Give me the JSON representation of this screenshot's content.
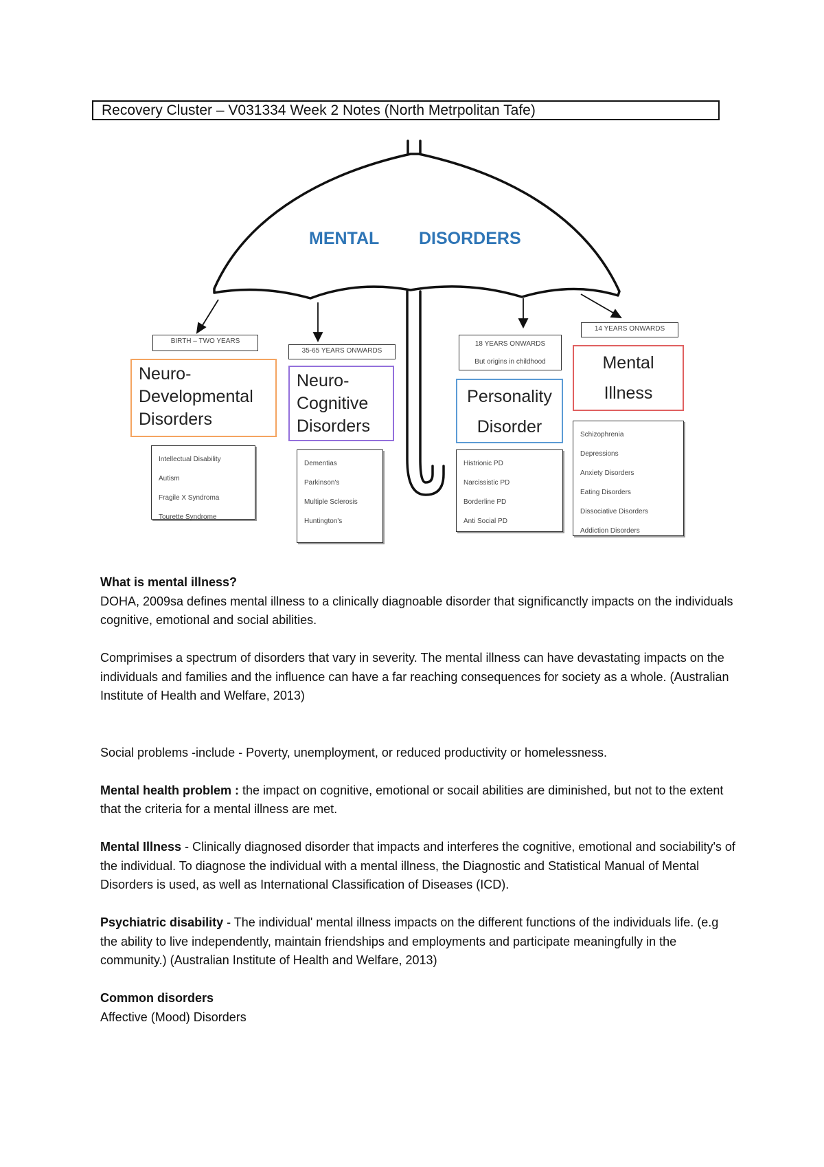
{
  "title": "Recovery Cluster – V031334  Week 2 Notes (North Metrpolitan Tafe)",
  "diagram": {
    "heading_left": "MENTAL",
    "heading_right": "DISORDERS",
    "heading_color": "#2E75B6",
    "categories": [
      {
        "age": "BIRTH – TWO YEARS",
        "age_sub": "",
        "lines": [
          "Neuro-",
          "Developmental",
          "Disorders"
        ],
        "border_color": "#F4A460",
        "items": [
          "Intellectual Disability",
          "Autism",
          "Fragile X Syndroma",
          "Tourette Syndrome"
        ]
      },
      {
        "age": "35-65   YEARS ONWARDS",
        "age_sub": "",
        "lines": [
          "Neuro-",
          "Cognitive",
          "Disorders"
        ],
        "border_color": "#9370DB",
        "items": [
          "Dementias",
          "Parkinson's",
          "Multiple Sclerosis",
          "Huntington's"
        ]
      },
      {
        "age": "18 YEARS ONWARDS",
        "age_sub": "But origins in childhood",
        "lines": [
          "Personality",
          "Disorder"
        ],
        "border_color": "#5B9BD5",
        "items": [
          "Histrionic PD",
          "Narcissistic PD",
          "Borderline PD",
          "Anti Social PD"
        ]
      },
      {
        "age": "14 YEARS ONWARDS",
        "age_sub": "",
        "lines": [
          "Mental",
          "Illness"
        ],
        "border_color": "#E06060",
        "items": [
          "Schizophrenia",
          "Depressions",
          "Anxiety Disorders",
          "Eating Disorders",
          "Dissociative Disorders",
          "Addiction Disorders"
        ]
      }
    ]
  },
  "content": {
    "q_heading": "What is mental illness?",
    "q_body": "DOHA, 2009sa defines mental illness to a clinically diagnoable disorder that significanctly impacts on the individuals cognitive, emotional and social abilities.",
    "p_spectrum": "Comprimises a spectrum of disorders that vary in severity.  The mental illness can have devastating impacts on the individuals and families and the influence can have a far reaching consequences for society as a whole. (Australian Institute of Health and Welfare, 2013)",
    "p_social": "Social problems -include - Poverty, unemployment, or reduced productivity or homelessness.",
    "mhp_term": "Mental health problem :",
    "mhp_body": " the impact on cognitive, emotional or socail abilities are diminished, but not to the extent that the criteria for a mental illness are met.",
    "mi_term": "Mental Illness",
    "mi_body": " -  Clinically diagnosed disorder that impacts and interferes the cognitive, emotional and sociability's of the individual. To diagnose the individual with a mental illness, the Diagnostic and Statistical Manual of Mental Disorders is used, as well as International Classification of Diseases (ICD).",
    "pd_term": "Psychiatric disability",
    "pd_body": " -  The individual' mental illness impacts on the different functions of the individuals life. (e.g the ability to live independently, maintain friendships and employments and participate meaningfully in the community.)  (Australian Institute of Health and Welfare, 2013)",
    "common_heading": "Common disorders",
    "common_item": "Affective (Mood) Disorders"
  }
}
